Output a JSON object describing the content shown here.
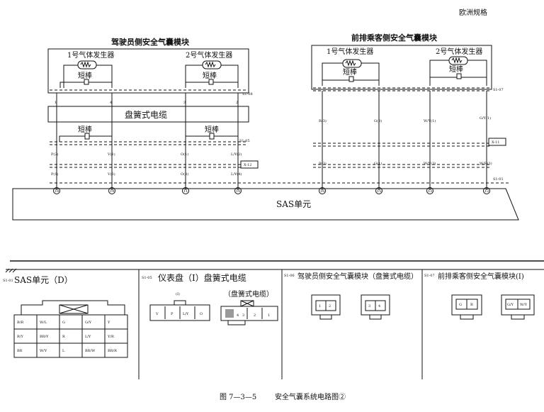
{
  "header": {
    "region": "欧洲规格"
  },
  "modules": {
    "driver": {
      "title": "驾驶员侧安全气囊模块",
      "gen1": "1号气体发生器",
      "gen2": "2号气体发生器",
      "short1": "短棒",
      "short2": "短棒"
    },
    "passenger": {
      "title": "前排乘客侧安全气囊模块",
      "gen1": "1号气体发生器",
      "gen2": "2号气体发生器",
      "short1": "短棒",
      "short2": "短棒"
    },
    "clock_spring": {
      "title": "盘簧式电缆",
      "short1": "短棒",
      "short2": "短棒"
    }
  },
  "connectors": {
    "S1-08": "S1-08",
    "S1-07": "S1-07",
    "S1-05": "S1-05",
    "S1-01": "S1-01",
    "X-12": "X-12",
    "X-11": "X-11"
  },
  "wires": {
    "upper": [
      "1",
      "4",
      "3",
      "2",
      "R(3)",
      "G(3)",
      "W/Y(1)",
      "G/Y(1)"
    ],
    "middle": [
      "P(2)",
      "V(1)",
      "O(1)",
      "L/Y(2)"
    ],
    "lower": [
      "P(1)",
      "V(3)",
      "O(3)",
      "L/Y(4)",
      "R(3)",
      "G(1)",
      "W/Y(3)",
      "W/R(3)"
    ]
  },
  "terminals": [
    "18",
    "19",
    "11",
    "10",
    "16",
    "15",
    "13",
    "12"
  ],
  "sas_unit": {
    "label": "SAS单元"
  },
  "bottom_panels": [
    {
      "code": "S1-01",
      "title": "SAS单元（D）",
      "pins": [
        "B/R",
        "W/L",
        "G",
        "G/Y",
        "Y",
        "R/Y",
        "BR/Y",
        "R",
        "L/Y",
        "Y/R",
        "BR",
        "W/Y",
        "L",
        "BR/W",
        "BR/R"
      ]
    },
    {
      "code": "S1-05",
      "title": "仪表盘（I）盘簧式电缆",
      "sub_a": "(I)",
      "sub_b": "（盘簧式电缆）",
      "pins_a": [
        "V",
        "P",
        "L/Y",
        "O"
      ],
      "pins_b": [
        "4",
        "3",
        "2",
        "1"
      ]
    },
    {
      "code": "S1-06",
      "title": "驾驶员侧安全气囊模块（盘簧式电缆）",
      "pins_a": [
        "1",
        "2"
      ],
      "pins_b": [
        "3",
        "4"
      ]
    },
    {
      "code": "S1-07",
      "title": "前排乘客侧安全气囊模块(I)",
      "pins_a": [
        "G",
        "R"
      ],
      "pins_b": [
        "G/Y",
        "W/Y"
      ]
    }
  ],
  "caption": {
    "number": "图 7—3—5",
    "text": "安全气囊系统电路图②"
  }
}
